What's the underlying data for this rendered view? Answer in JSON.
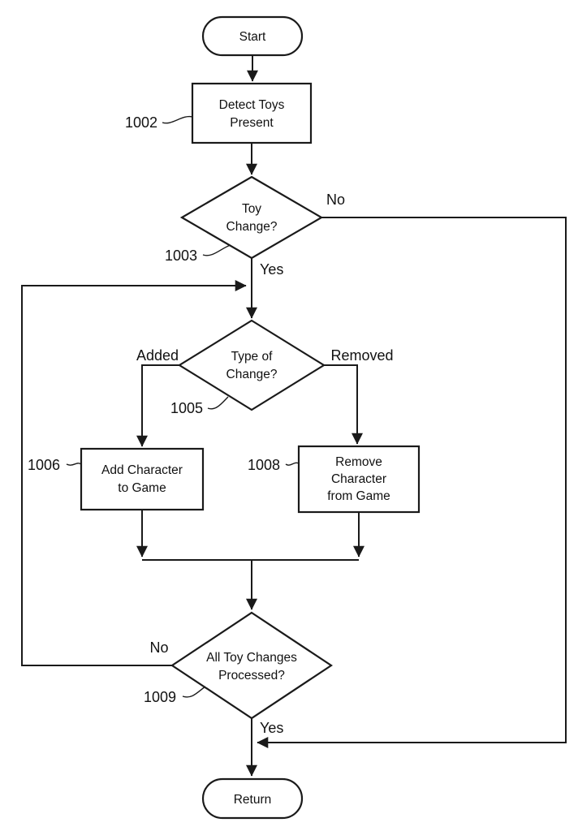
{
  "figure": {
    "background": "#ffffff",
    "ink_color": "#1a1a1a",
    "type": "flowchart"
  },
  "nodes": {
    "start": {
      "label": "Start"
    },
    "detect_toys": {
      "ref": "1002",
      "line1": "Detect Toys",
      "line2": "Present"
    },
    "toy_change": {
      "ref": "1003",
      "line1": "Toy",
      "line2": "Change?"
    },
    "type_of_change": {
      "ref": "1005",
      "line1": "Type of",
      "line2": "Change?"
    },
    "add_character": {
      "ref": "1006",
      "line1": "Add Character",
      "line2": "to Game"
    },
    "remove_character": {
      "ref": "1008",
      "line1": "Remove",
      "line2": "Character",
      "line3": "from Game"
    },
    "all_changes_processed": {
      "ref": "1009",
      "line1": "All Toy Changes",
      "line2": "Processed?"
    },
    "return": {
      "label": "Return"
    }
  },
  "edge_labels": {
    "toy_change_no": "No",
    "toy_change_yes": "Yes",
    "type_added": "Added",
    "type_removed": "Removed",
    "all_processed_no": "No",
    "all_processed_yes": "Yes"
  }
}
